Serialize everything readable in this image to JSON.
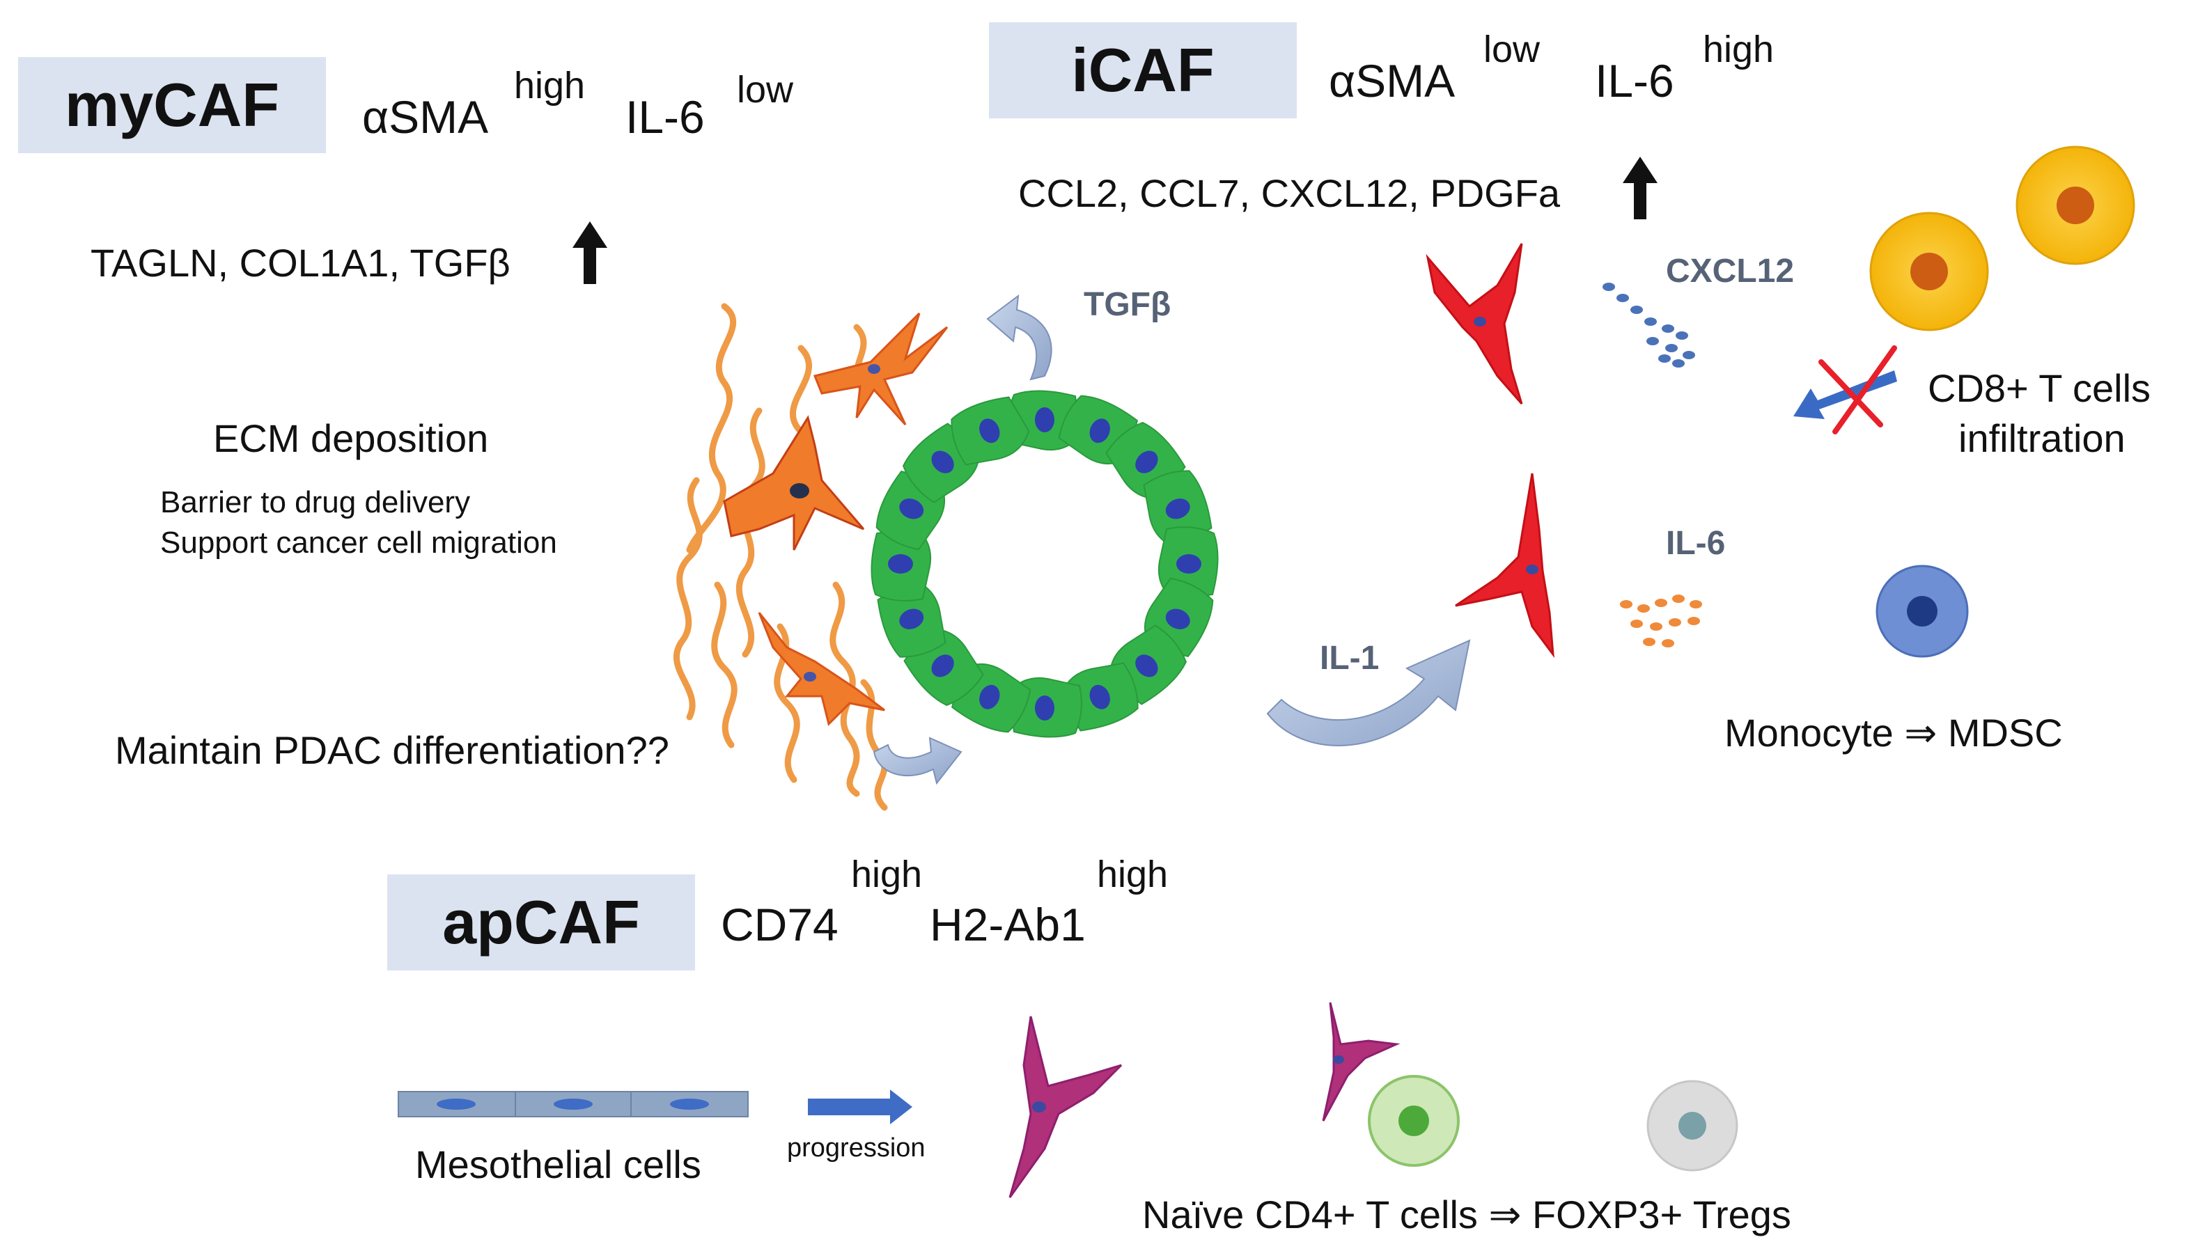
{
  "colors": {
    "badge_bg": "#dbe3f1",
    "fibroblast_orange": "#f07b2a",
    "icaf_red": "#e8202a",
    "apcaf_purple": "#b0307a",
    "tumor_green": "#33b24a",
    "arrow_blue": "#9fb2d4",
    "factor_gray": "#566275"
  },
  "mycaf": {
    "title": "myCAF",
    "marker1": "αSMA",
    "marker1_sup": "high",
    "marker2": "IL-6",
    "marker2_sup": "low",
    "genes": "TAGLN, COL1A1, TGFβ",
    "genes_arrow": "up-arrow-icon",
    "ecm": "ECM deposition",
    "barrier": "Barrier to drug delivery",
    "support": "Support cancer cell migration",
    "maintain": "Maintain PDAC differentiation??",
    "tgfb": "TGFβ"
  },
  "icaf": {
    "title": "iCAF",
    "marker1": "αSMA",
    "marker1_sup": "low",
    "marker2": "IL-6",
    "marker2_sup": "high",
    "genes": "CCL2, CCL7, CXCL12, PDGFa",
    "cxcl12": "CXCL12",
    "cd8_line1": "CD8+ T cells",
    "cd8_line2": "infiltration",
    "il6": "IL-6",
    "il1": "IL-1",
    "monocyte": "Monocyte ⇒ MDSC"
  },
  "apcaf": {
    "title": "apCAF",
    "marker1": "CD74",
    "marker1_sup": "high",
    "marker2": "H2-Ab1",
    "marker2_sup": "high",
    "mesothelial": "Mesothelial cells",
    "progression": "progression",
    "tcells": "Naïve CD4+ T cells ⇒ FOXP3+ Tregs"
  }
}
